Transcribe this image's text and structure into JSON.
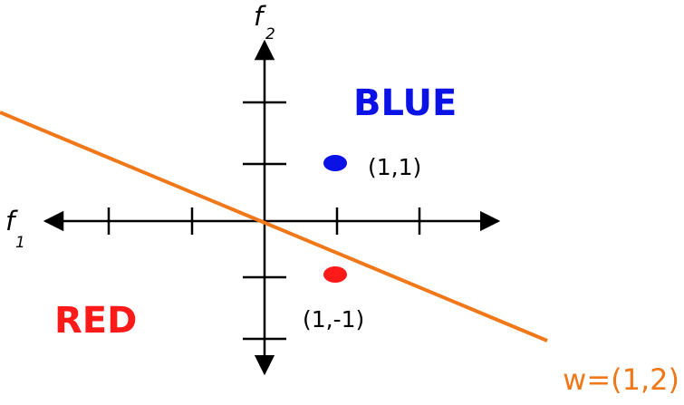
{
  "axes": {
    "x_label": "f",
    "x_label_sub": "1",
    "y_label": "f",
    "y_label_sub": "2"
  },
  "regions": {
    "blue": {
      "text": "BLUE",
      "color": "#0b12e6"
    },
    "red": {
      "text": "RED",
      "color": "#ff1a1a"
    }
  },
  "points": [
    {
      "label": "(1,1)",
      "x": 1,
      "y": 1,
      "color": "#0b12e6"
    },
    {
      "label": "(1,-1)",
      "x": 1,
      "y": -1,
      "color": "#ff1a1a"
    }
  ],
  "boundary": {
    "label": "w=(1,2)",
    "color": "#f07818"
  }
}
